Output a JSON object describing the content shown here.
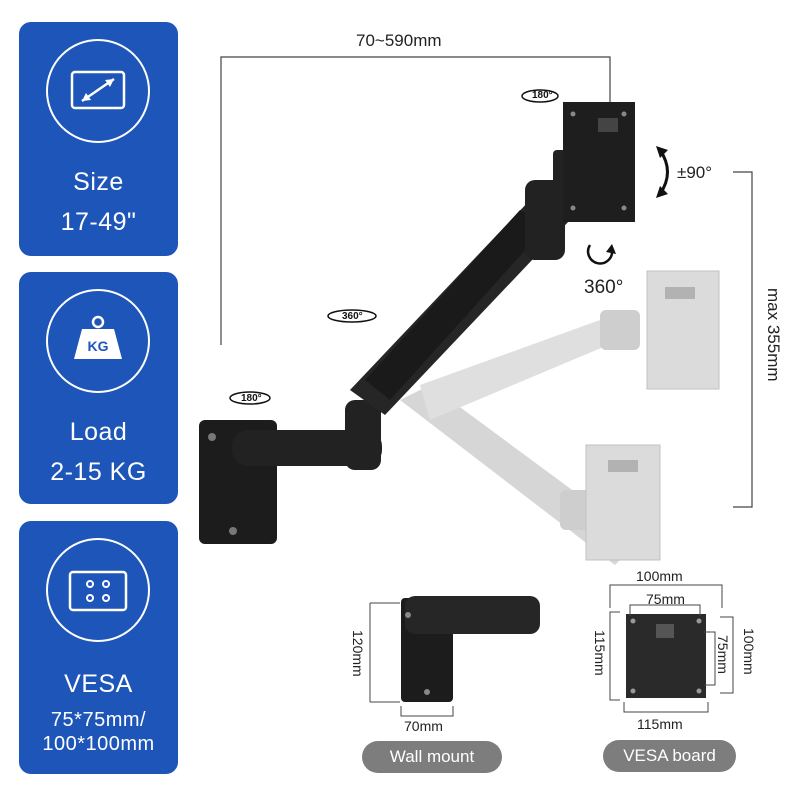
{
  "cards": [
    {
      "title": "Size",
      "value": "17-49\"",
      "icon": "monitor-size-icon"
    },
    {
      "title": "Load",
      "value": "2-15 KG",
      "icon": "weight-icon",
      "icon_text": "KG"
    },
    {
      "title": "VESA",
      "value_line1": "75*75mm/",
      "value_line2": "100*100mm",
      "icon": "vesa-holes-icon"
    }
  ],
  "dimensions": {
    "reach": "70~590mm",
    "height": "max 355mm",
    "tilt": "±90°",
    "swivel_360": "360°",
    "rot_top": "180°",
    "rot_mid": "360°",
    "rot_base": "180°"
  },
  "wall_mount": {
    "height": "120mm",
    "width": "70mm",
    "caption": "Wall mount"
  },
  "vesa_board": {
    "top_outer": "100mm",
    "top_inner": "75mm",
    "left": "115mm",
    "right_inner": "75mm",
    "right_outer": "100mm",
    "bottom": "115mm",
    "caption": "VESA board"
  },
  "colors": {
    "card_blue": "#1e55b8",
    "pill_gray": "#7d7d7d",
    "arm_black": "#1c1c1c",
    "ghost_gray": "#cfcfcf"
  }
}
